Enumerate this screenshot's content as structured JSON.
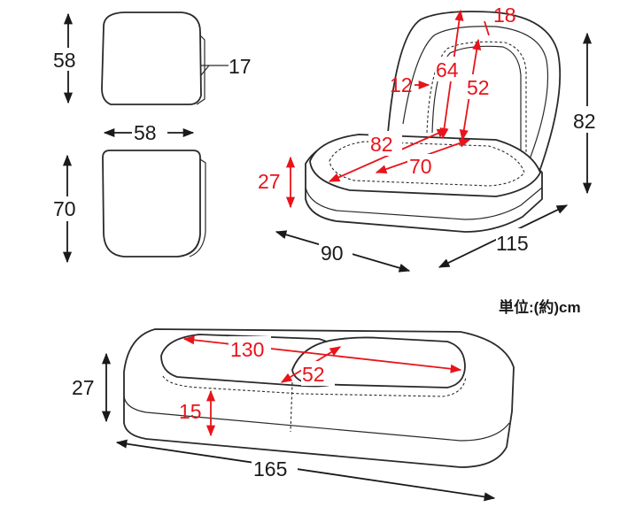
{
  "unit_label": "単位:(約)cm",
  "colors": {
    "dimension": "#1a1a1a",
    "inner_dimension": "#e8141b",
    "outline": "#2a2a2a"
  },
  "top_left_view": {
    "height": "58",
    "thickness": "17",
    "width": "58"
  },
  "bottom_left_view": {
    "height": "70"
  },
  "chair_view": {
    "overall_height": "82",
    "width": "90",
    "depth": "115",
    "seat_height": "27",
    "back_top_width": "18",
    "back_inner_height": "64",
    "back_cushion_height": "52",
    "back_side_gap": "12",
    "seat_length": "82",
    "seat_cushion_length": "70"
  },
  "flat_view": {
    "total_length": "165",
    "height": "27",
    "cushion_length": "130",
    "cushion_width": "52",
    "cushion_thickness": "15"
  }
}
